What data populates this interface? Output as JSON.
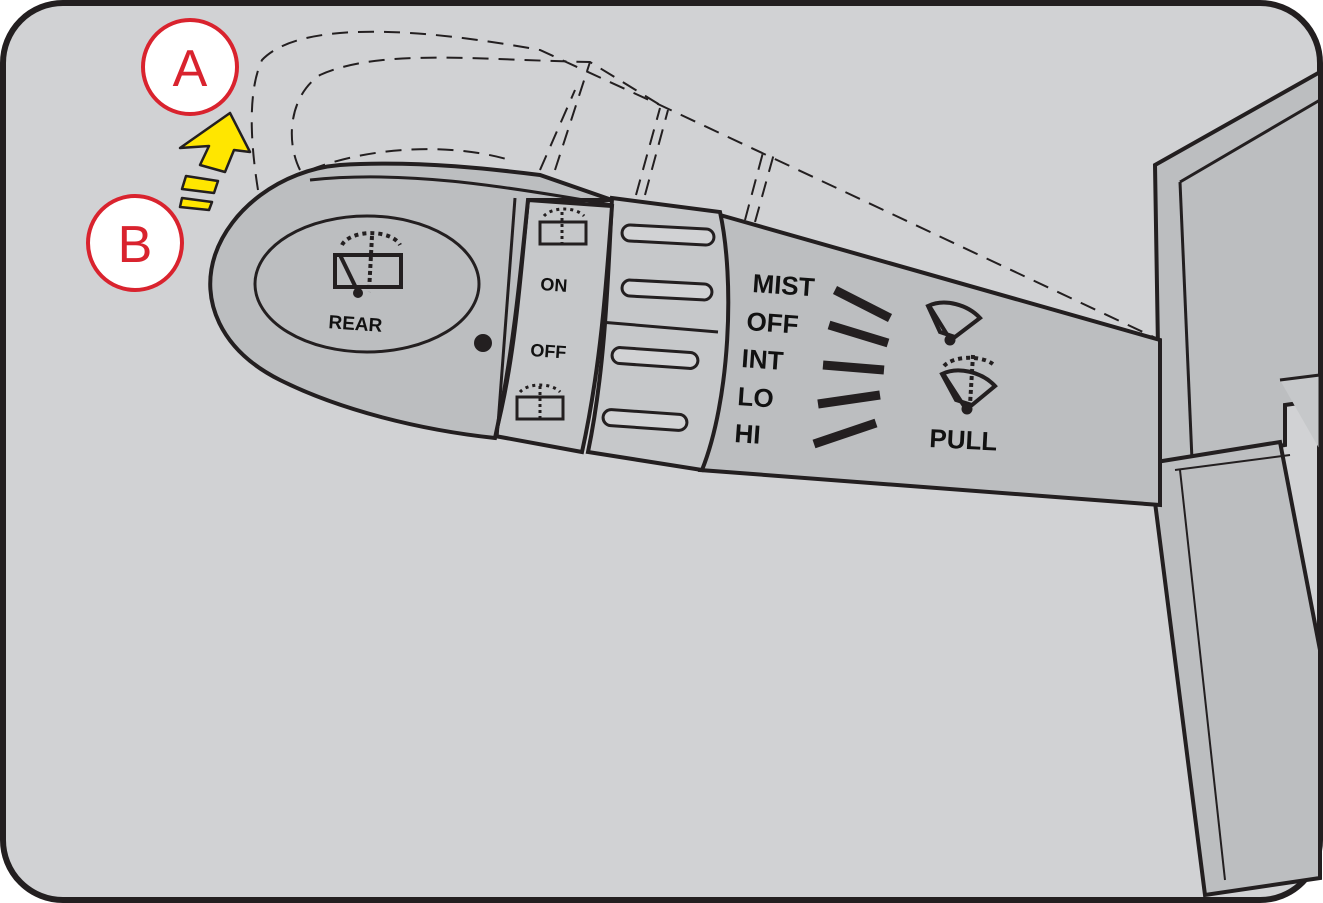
{
  "callouts": {
    "a": "A",
    "b": "B"
  },
  "rear_knob": {
    "label": "REAR"
  },
  "washer_ring": {
    "on": "ON",
    "off": "OFF"
  },
  "wiper_modes": {
    "mist": "MIST",
    "off": "OFF",
    "int": "INT",
    "lo": "LO",
    "hi": "HI"
  },
  "pull_label": "PULL",
  "colors": {
    "background": "#d1d2d4",
    "stalk": "#bcbec0",
    "stalk_light": "#c6c8ca",
    "outline": "#231f20",
    "callout_red": "#d9232e",
    "arrow_yellow": "#ffe600"
  },
  "icons": {
    "rear_wiper": "rear-wiper-icon",
    "washer_on": "washer-spray-icon",
    "washer_off": "washer-spray-icon",
    "front_wiper": "front-wiper-icon",
    "front_washer": "front-washer-icon",
    "direction": "up-arrow-icon"
  }
}
